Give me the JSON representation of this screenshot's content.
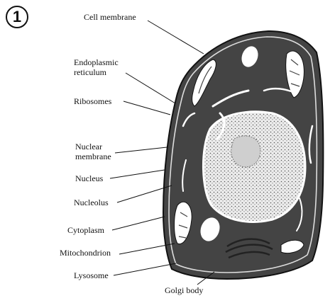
{
  "figure": {
    "number": "1",
    "labels": {
      "cell_membrane": "Cell membrane",
      "er_line1": "Endoplasmic",
      "er_line2": "reticulum",
      "ribosomes": "Ribosomes",
      "nuclear_membrane_line1": "Nuclear",
      "nuclear_membrane_line2": "membrane",
      "nucleus": "Nucleus",
      "nucleolus": "Nucleolus",
      "cytoplasm": "Cytoplasm",
      "mitochondrion": "Mitochondrion",
      "lysosome": "Lysosome",
      "golgi_body": "Golgi body"
    }
  },
  "colors": {
    "cytoplasm": "#444444",
    "nucleus": "#e9e9e9",
    "ink": "#111111",
    "membrane": "#ffffff"
  }
}
